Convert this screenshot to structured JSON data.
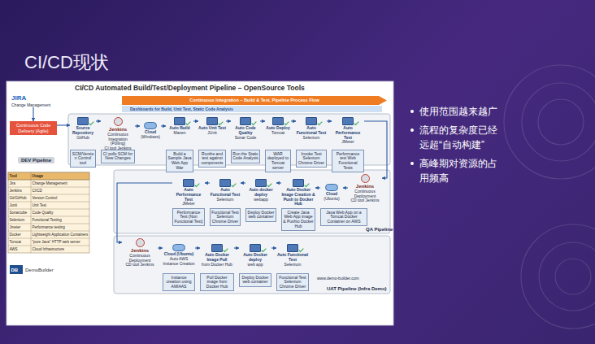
{
  "diagram": {
    "title": "CI/CD现状",
    "nodes": [
      {
        "text": [
          "JIRA",
          "Change Management"
        ]
      },
      {
        "text": [
          "Continuous Code Delivery (Agile)"
        ]
      },
      {
        "text": [
          "Source Repository",
          "GitHub"
        ]
      },
      {
        "text": [
          "Jenkins",
          "Continuous Integration (Polling)",
          "CI tool Jenkins"
        ]
      },
      {
        "text": [
          "Cloud",
          "(Windows)"
        ]
      },
      {
        "text": [
          "Auto Build",
          "Maven"
        ]
      },
      {
        "text": [
          "Auto Unit Test",
          "JUnit"
        ]
      },
      {
        "text": [
          "Auto Code Quality",
          "Sonar Code"
        ]
      },
      {
        "text": [
          "Auto Deploy",
          "Tomcat"
        ]
      },
      {
        "text": [
          "Auto Functional Test",
          "Selenium"
        ]
      },
      {
        "text": [
          "Auto Performance Test",
          "JMeter"
        ]
      },
      {
        "text": [
          "SCM/Version Control tool"
        ]
      },
      {
        "text": [
          "CI polls SCM for New Changes"
        ]
      },
      {
        "text": [
          "Build a Sample Java Web App War"
        ]
      },
      {
        "text": [
          "Runthe and test against components"
        ]
      },
      {
        "text": [
          "Run the Static Code Analysis"
        ]
      },
      {
        "text": [
          "WAR deployed to Tomcat server"
        ]
      },
      {
        "text": [
          "Invoke Test Selenium Chrome Driver"
        ]
      },
      {
        "text": [
          "Performance test Web Functional Tests"
        ]
      },
      {
        "text": [
          "Jenkins",
          "Continuous Deployment",
          "CD tool Jenkins"
        ]
      },
      {
        "text": [
          "Cloud",
          "(Ubuntu)"
        ]
      },
      {
        "text": [
          "Auto Docker Image Creation & Push to Docker Hub"
        ]
      },
      {
        "text": [
          "Auto docker deploy",
          "webapp"
        ]
      },
      {
        "text": [
          "Auto Functional Test",
          "Selenium"
        ]
      },
      {
        "text": [
          "Auto Performance Test",
          "JMeter"
        ]
      },
      {
        "text": [
          "Performance Test (Non Functional Test)"
        ]
      },
      {
        "text": [
          "Functional Test Selenium Chrome Driver"
        ]
      },
      {
        "text": [
          "Deploy Docker web container"
        ]
      },
      {
        "text": [
          "Create Java Web App image & Pushto Docker Hub"
        ]
      },
      {
        "text": [
          "Java Web App on a Tomcat Docker Container on AWS"
        ]
      },
      {
        "text": [
          "Jenkins",
          "Continuous Deployment",
          "CD tool Jenkins"
        ]
      },
      {
        "text": [
          "Cloud (Ubuntu)",
          "Auto AWS Instance Creation"
        ]
      },
      {
        "text": [
          "Auto Docker Image Pull",
          "from Docker Hub"
        ]
      },
      {
        "text": [
          "Auto Docker deploy",
          "web app"
        ]
      },
      {
        "text": [
          "Auto Functional Test",
          "Selenium"
        ]
      },
      {
        "text": [
          "Instance creation using AMIAAS"
        ]
      },
      {
        "text": [
          "Pull Docker image from Docker Hub"
        ]
      },
      {
        "text": [
          "Deploy Docker web container"
        ]
      },
      {
        "text": [
          "Functional Test Selenium Chrome Driver"
        ]
      },
      {
        "text": [
          "Continuous Integration – Build & Test, Pipeline Process Flow"
        ]
      }
    ],
    "edges": [
      {
        "from": 0,
        "to": 1,
        "arrow": "to"
      },
      {
        "from": 1,
        "to": 2,
        "arrow": "to"
      },
      {
        "from": 2,
        "to": 3,
        "arrow": "to"
      },
      {
        "from": 3,
        "to": 4,
        "arrow": "to"
      },
      {
        "from": 4,
        "to": 5,
        "arrow": "to"
      },
      {
        "from": 5,
        "to": 6,
        "arrow": "to"
      },
      {
        "from": 6,
        "to": 7,
        "arrow": "to"
      },
      {
        "from": 7,
        "to": 8,
        "arrow": "to"
      },
      {
        "from": 8,
        "to": 9,
        "arrow": "to"
      },
      {
        "from": 9,
        "to": 10,
        "arrow": "to"
      },
      {
        "from": 10,
        "to": 19,
        "arrow": "to"
      },
      {
        "from": 19,
        "to": 20,
        "arrow": "to"
      },
      {
        "from": 20,
        "to": 21,
        "arrow": "to"
      },
      {
        "from": 21,
        "to": 22,
        "arrow": "to"
      },
      {
        "from": 22,
        "to": 23,
        "arrow": "to"
      },
      {
        "from": 23,
        "to": 24,
        "arrow": "to"
      },
      {
        "from": 24,
        "to": 30,
        "arrow": "to"
      },
      {
        "from": 30,
        "to": 31,
        "arrow": "to"
      },
      {
        "from": 31,
        "to": 32,
        "arrow": "to"
      },
      {
        "from": 32,
        "to": 33,
        "arrow": "to"
      },
      {
        "from": 33,
        "to": 34,
        "arrow": "to"
      }
    ],
    "labels": [
      "Tool",
      "Usage",
      "Jira",
      "Change Management",
      "Jenkins",
      "CI/CD",
      "Git/GitHub",
      "Version Control",
      "Junit",
      "Unit Test",
      "Sonarcube",
      "Code Quality",
      "Selenium",
      "Functional Testing",
      "Jmeter",
      "Performance testing",
      "Docker",
      "Lightweight Application Containers",
      "Tomcat",
      "\"pure Java\" HTTP web server",
      "AWS",
      "Cloud Infrastructure",
      "CI/CD Automated Build/Test/Deployment Pipeline – OpenSource Tools",
      "Dashboards for Build, Unit Test, Static Code Analysis",
      "DEV Pipeline",
      "QA Pipeline",
      "UAT Pipeline (Infra Demo)",
      "www.demo-builder.com",
      "DB",
      "DemoBuilder",
      "使用范围越来越广",
      "流程的复杂度已经远超“自动构建”",
      "高峰期对资源的占用频高"
    ]
  }
}
